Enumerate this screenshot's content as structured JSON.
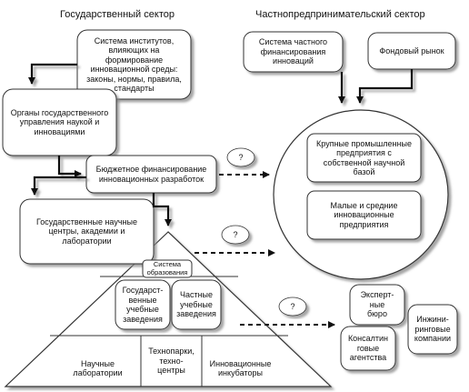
{
  "headers": {
    "public": "Государственный сектор",
    "private": "Частнопредпринимательский сектор"
  },
  "nodes": {
    "institutions": "Система институтов,\nвлияющих на\nформирование\nинновационной среды:\nзаконы, нормы, правила,\nстандарты",
    "gov_bodies": "Органы государственного\nуправления наукой и\nинновациями",
    "budget": "Бюджетное финансирование\nинновационных разработок",
    "gov_research": "Государственные научные\nцентры, академии и\nлаборатории",
    "education_system": "Система\nобразования",
    "state_edu": "Государст-\nвенные\nучебные\nзаведения",
    "private_edu": "Частные\nучебные\nзаведения",
    "science_labs": "Научные\nлаборатории",
    "technoparks": "Технопарки,\nтехно-\nцентры",
    "incubators": "Инновационные\nинкубаторы",
    "private_finance": "Система частного\nфинансирования\nинноваций",
    "stock_market": "Фондовый рынок",
    "large_companies": "Крупные промышленные\nпредприятия с\nсобственной научной\nбазой",
    "small_companies": "Малые и средние\nинновационные\nпредприятия",
    "expert_bureau": "Эксперт-\nные\nбюро",
    "consulting": "Консалтин\nговые\nагентства",
    "engineering": "Инжини-\nринговые\nкомпании"
  },
  "question_marks": [
    "?",
    "?",
    "?"
  ],
  "colors": {
    "box_fill": "#ffffff",
    "box_stroke": "#333333",
    "shadow": "#9a9a9a",
    "arrow": "#111111"
  }
}
